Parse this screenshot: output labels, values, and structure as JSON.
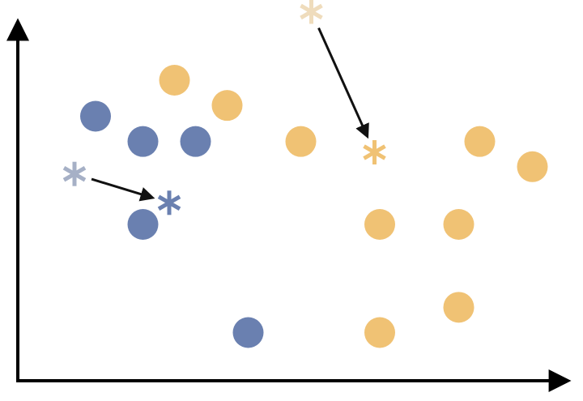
{
  "colors": {
    "axis": "#000000",
    "blue": "#6a80b0",
    "orange": "#f0c274",
    "faded_blue": "#a6b0c6",
    "faded_orange": "#efdcbc",
    "arrow": "#111111"
  },
  "chart_data": {
    "type": "scatter",
    "title": "",
    "xlabel": "",
    "ylabel": "",
    "xlim": [
      0,
      100
    ],
    "ylim": [
      0,
      100
    ],
    "series": [
      {
        "color_key": "blue",
        "marker": "circle",
        "points": [
          {
            "x": 12,
            "y": 70
          },
          {
            "x": 21,
            "y": 63
          },
          {
            "x": 31,
            "y": 63
          },
          {
            "x": 21,
            "y": 40
          },
          {
            "x": 41,
            "y": 10
          }
        ]
      },
      {
        "color_key": "orange",
        "marker": "circle",
        "points": [
          {
            "x": 27,
            "y": 80
          },
          {
            "x": 37,
            "y": 73
          },
          {
            "x": 51,
            "y": 63
          },
          {
            "x": 85,
            "y": 63
          },
          {
            "x": 95,
            "y": 56
          },
          {
            "x": 66,
            "y": 40
          },
          {
            "x": 81,
            "y": 40
          },
          {
            "x": 81,
            "y": 17
          },
          {
            "x": 66,
            "y": 10
          }
        ]
      }
    ],
    "centroid_moves": [
      {
        "color_key": "blue",
        "from": {
          "x": 8,
          "y": 54
        },
        "to": {
          "x": 26,
          "y": 46
        }
      },
      {
        "color_key": "orange",
        "from": {
          "x": 53,
          "y": 99
        },
        "to": {
          "x": 65,
          "y": 60
        }
      }
    ]
  }
}
